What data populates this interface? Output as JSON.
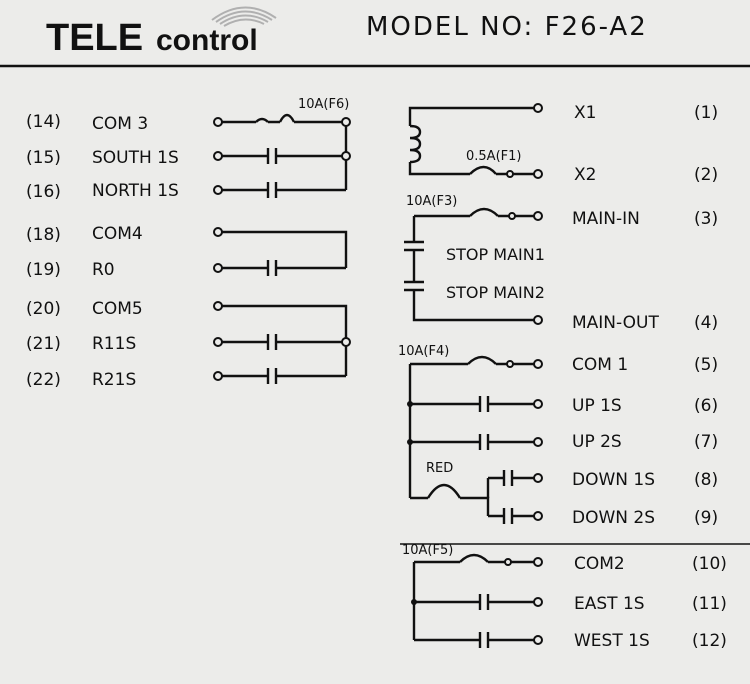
{
  "brand": {
    "tele": "TELE",
    "control": "control"
  },
  "model": {
    "label": "MODEL NO:",
    "value": "F26-A2"
  },
  "colors": {
    "background": "#ececea",
    "line": "#111111",
    "logo_swoosh": "#b0b0b0"
  },
  "left": {
    "fuse_f6": "10A(F6)",
    "group1": [
      {
        "pin": "(14)",
        "name": "COM 3"
      },
      {
        "pin": "(15)",
        "name": "SOUTH 1S"
      },
      {
        "pin": "(16)",
        "name": "NORTH 1S"
      }
    ],
    "group2": [
      {
        "pin": "(18)",
        "name": "COM4"
      },
      {
        "pin": "(19)",
        "name": "R0"
      }
    ],
    "group3": [
      {
        "pin": "(20)",
        "name": "COM5"
      },
      {
        "pin": "(21)",
        "name": "R11S"
      },
      {
        "pin": "(22)",
        "name": "R21S"
      }
    ]
  },
  "right": {
    "coil": {
      "fuse": "0.5A(F1)",
      "x1": "X1",
      "x1_pin": "(1)",
      "x2": "X2",
      "x2_pin": "(2)"
    },
    "main": {
      "fuse": "10A(F3)",
      "main_in": "MAIN-IN",
      "main_in_pin": "(3)",
      "stop1": "STOP MAIN1",
      "stop2": "STOP MAIN2",
      "main_out": "MAIN-OUT",
      "main_out_pin": "(4)"
    },
    "group_f4": {
      "fuse": "10A(F4)",
      "red": "RED",
      "items": [
        {
          "pin": "(5)",
          "name": "COM 1"
        },
        {
          "pin": "(6)",
          "name": "UP 1S"
        },
        {
          "pin": "(7)",
          "name": "UP 2S"
        },
        {
          "pin": "(8)",
          "name": "DOWN 1S"
        },
        {
          "pin": "(9)",
          "name": "DOWN 2S"
        }
      ]
    },
    "group_f5": {
      "fuse": "10A(F5)",
      "items": [
        {
          "pin": "(10)",
          "name": "COM2"
        },
        {
          "pin": "(11)",
          "name": "EAST 1S"
        },
        {
          "pin": "(12)",
          "name": "WEST 1S"
        }
      ]
    }
  }
}
